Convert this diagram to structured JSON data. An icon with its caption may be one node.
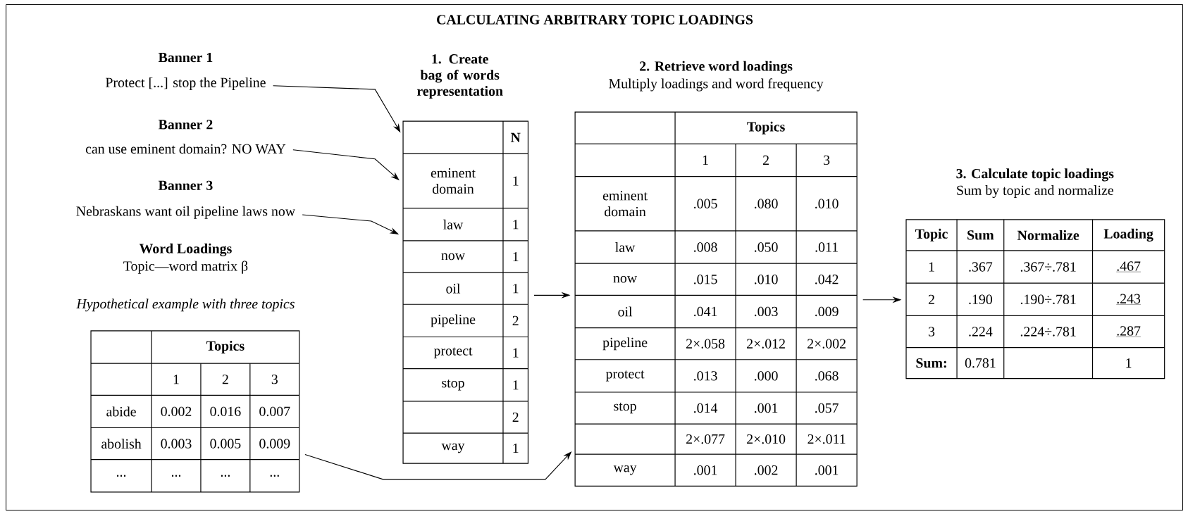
{
  "diagram": {
    "title": "CALCULATING ARBITRARY TOPIC LOADINGS",
    "nodes": [
      {
        "text": [
          "Banner 1",
          "Protect [...] stop the Pipeline"
        ]
      },
      {
        "text": [
          "Banner 2",
          "can use eminent domain? NO WAY"
        ]
      },
      {
        "text": [
          "Banner 3",
          "Nebraskans want oil pipeline laws now"
        ]
      },
      {
        "text": [
          "Word Loadings",
          "Topic—word matrix β",
          "Hypothetical example with three topics",
          "Topics",
          "1",
          "2",
          "3",
          "abide",
          "0.002",
          "0.016",
          "0.007",
          "abolish",
          "0.003",
          "0.005",
          "0.009",
          "...",
          "...",
          "...",
          "..."
        ]
      },
      {
        "text": [
          "1. Create bag of words representation",
          "N",
          "eminent domain",
          "1",
          "law",
          "1",
          "now",
          "1",
          "oil",
          "1",
          "pipeline",
          "2",
          "protect",
          "1",
          "stop",
          "1",
          "2",
          "way",
          "1"
        ]
      },
      {
        "text": [
          "2. Retrieve word loadings",
          "Multiply loadings and word frequency",
          "Topics",
          "1",
          "2",
          "3",
          "eminent domain",
          ".005",
          ".080",
          ".010",
          "law",
          ".008",
          ".050",
          ".011",
          "now",
          ".015",
          ".010",
          ".042",
          "oil",
          ".041",
          ".003",
          ".009",
          "pipeline",
          "2×.058",
          "2×.012",
          "2×.002",
          "protect",
          ".013",
          ".000",
          ".068",
          "stop",
          ".014",
          ".001",
          ".057",
          "2×.077",
          "2×.010",
          "2×.011",
          "way",
          ".001",
          ".002",
          ".001"
        ]
      },
      {
        "text": [
          "3. Calculate topic loadings",
          "Sum by topic and normalize",
          "Topic",
          "Sum",
          "Normalize",
          "Loading",
          "1",
          ".367",
          ".367÷.781",
          ".467",
          "2",
          ".190",
          ".190÷.781",
          ".243",
          "3",
          ".224",
          ".224÷.781",
          ".287",
          "Sum:",
          "0.781",
          "1"
        ]
      }
    ],
    "edges": [
      {
        "from": 0,
        "to": 4,
        "arrow": "to"
      },
      {
        "from": 1,
        "to": 4,
        "arrow": "to"
      },
      {
        "from": 2,
        "to": 4,
        "arrow": "to"
      },
      {
        "from": 4,
        "to": 5,
        "arrow": "to"
      },
      {
        "from": 3,
        "to": 5,
        "arrow": "to"
      },
      {
        "from": 5,
        "to": 6,
        "arrow": "to"
      }
    ]
  }
}
